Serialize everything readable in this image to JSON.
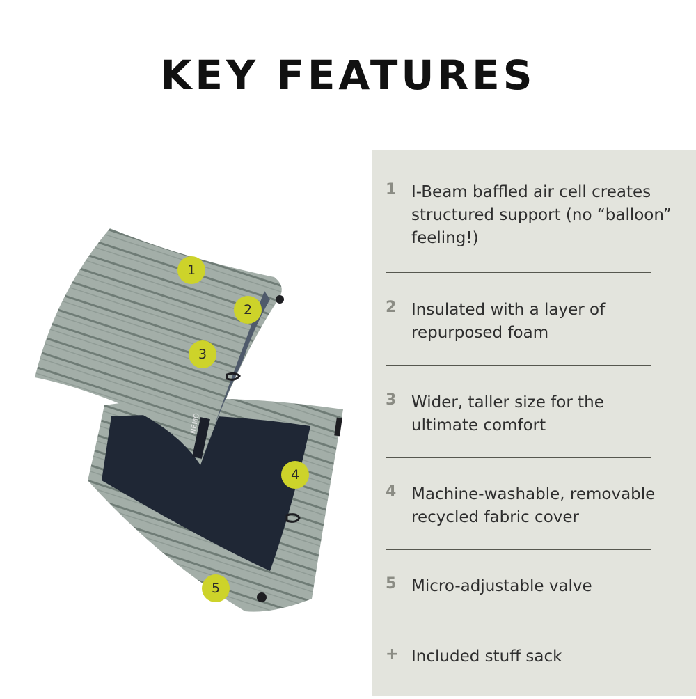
{
  "title": "KEY FEATURES",
  "colors": {
    "panel_background": "#e3e4dd",
    "badge": "#cdd32a",
    "pillow_gray": "#9aa7a0",
    "pillow_stripe": "#6d7a74",
    "panel_dark_navy": "#1f2735"
  },
  "features": [
    {
      "number": "1",
      "text": "I-Beam baffled air cell creates structured support (no “balloon” feeling!)"
    },
    {
      "number": "2",
      "text": "Insulated with a layer of repurposed foam"
    },
    {
      "number": "3",
      "text": "Wider, taller size for the ultimate comfort"
    },
    {
      "number": "4",
      "text": "Machine-washable, removable recycled fabric cover"
    },
    {
      "number": "5",
      "text": "Micro-adjustable valve"
    },
    {
      "number": "+",
      "text": "Included stuff sack"
    }
  ],
  "image": {
    "badges": [
      "1",
      "2",
      "3",
      "4",
      "5"
    ],
    "brand_label": "NEMO"
  }
}
